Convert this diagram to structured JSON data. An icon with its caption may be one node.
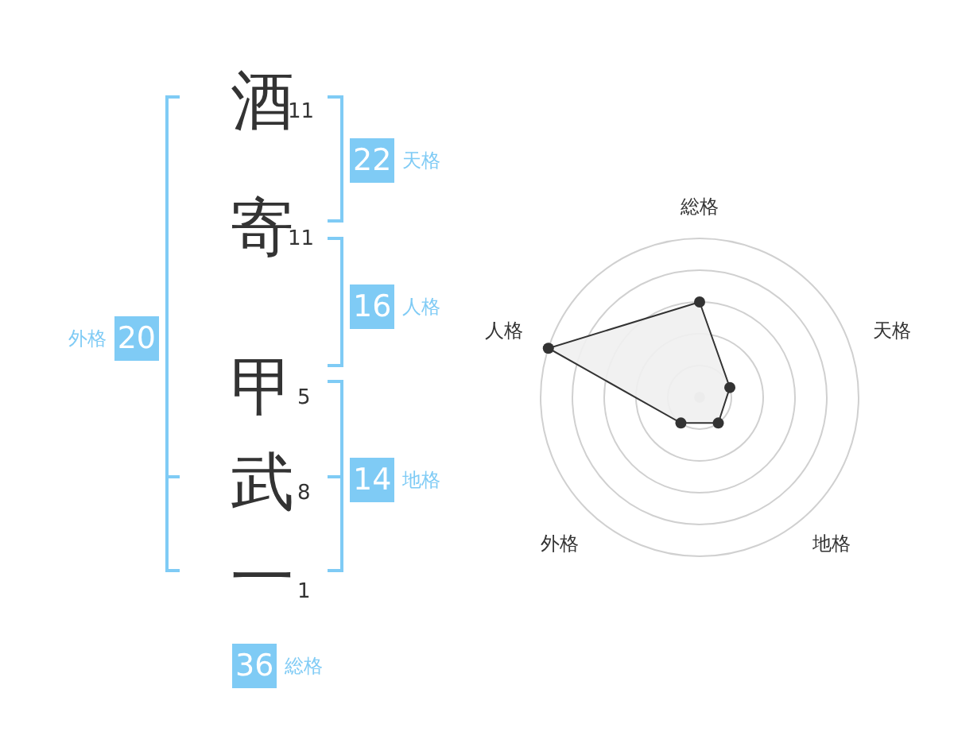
{
  "diagram": {
    "nodes": [
      {
        "text": [
          "22"
        ],
        "beside": [
          "天格"
        ]
      },
      {
        "text": [
          "16"
        ],
        "beside": [
          "人格"
        ]
      },
      {
        "text": [
          "14"
        ],
        "beside": [
          "地格"
        ]
      },
      {
        "text": [
          "20"
        ],
        "beside": [
          "外格"
        ]
      },
      {
        "text": [
          "36"
        ],
        "beside": [
          "総格"
        ]
      }
    ],
    "labels": [
      "酒",
      "11",
      "寄",
      "11",
      "甲",
      "5",
      "武",
      "8",
      "一",
      "1",
      "総格",
      "人格",
      "天格",
      "外格",
      "地格"
    ]
  }
}
